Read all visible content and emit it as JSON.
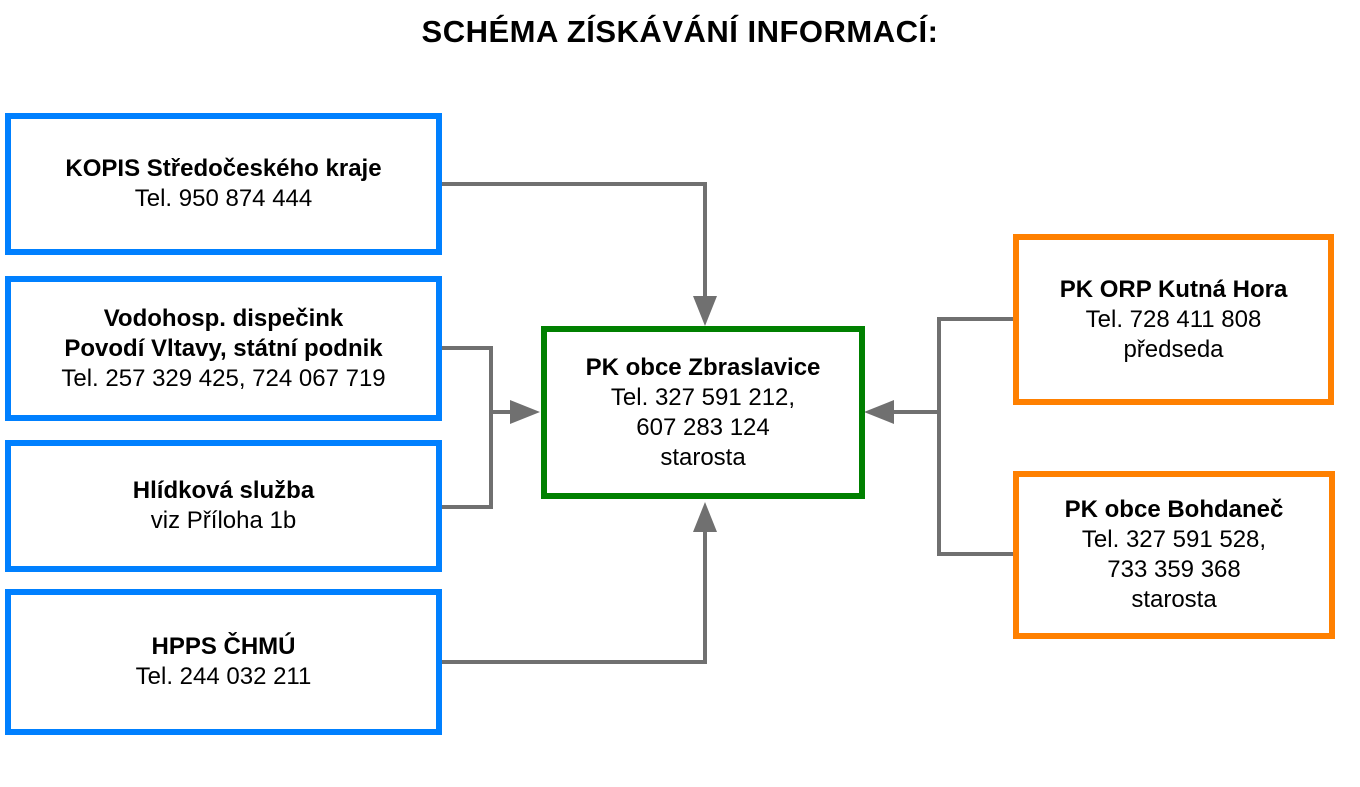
{
  "title": "SCHÉMA ZÍSKÁVÁNÍ INFORMACÍ:",
  "sources": [
    {
      "name": "KOPIS Středočeského kraje",
      "lines": [
        "Tel. 950 874 444"
      ]
    },
    {
      "name_lines": [
        "Vodohosp. dispečink",
        "Povodí Vltavy, státní podnik"
      ],
      "lines": [
        "Tel. 257 329 425, 724 067 719"
      ]
    },
    {
      "name": "Hlídková služba",
      "lines": [
        "viz Příloha 1b"
      ]
    },
    {
      "name": "HPPS ČHMÚ",
      "lines": [
        "Tel. 244 032 211"
      ]
    }
  ],
  "center": {
    "name": "PK obce Zbraslavice",
    "lines": [
      "Tel. 327 591 212,",
      "607 283 124",
      "starosta"
    ]
  },
  "right": [
    {
      "name": "PK ORP Kutná Hora",
      "lines": [
        "Tel.  728 411 808",
        "předseda"
      ]
    },
    {
      "name": "PK obce Bohdaneč",
      "lines": [
        "Tel. 327 591 528,",
        "733 359 368",
        "starosta"
      ]
    }
  ],
  "colors": {
    "blue": "#0080ff",
    "green": "#008000",
    "orange": "#ff8000",
    "connector": "#707070"
  }
}
